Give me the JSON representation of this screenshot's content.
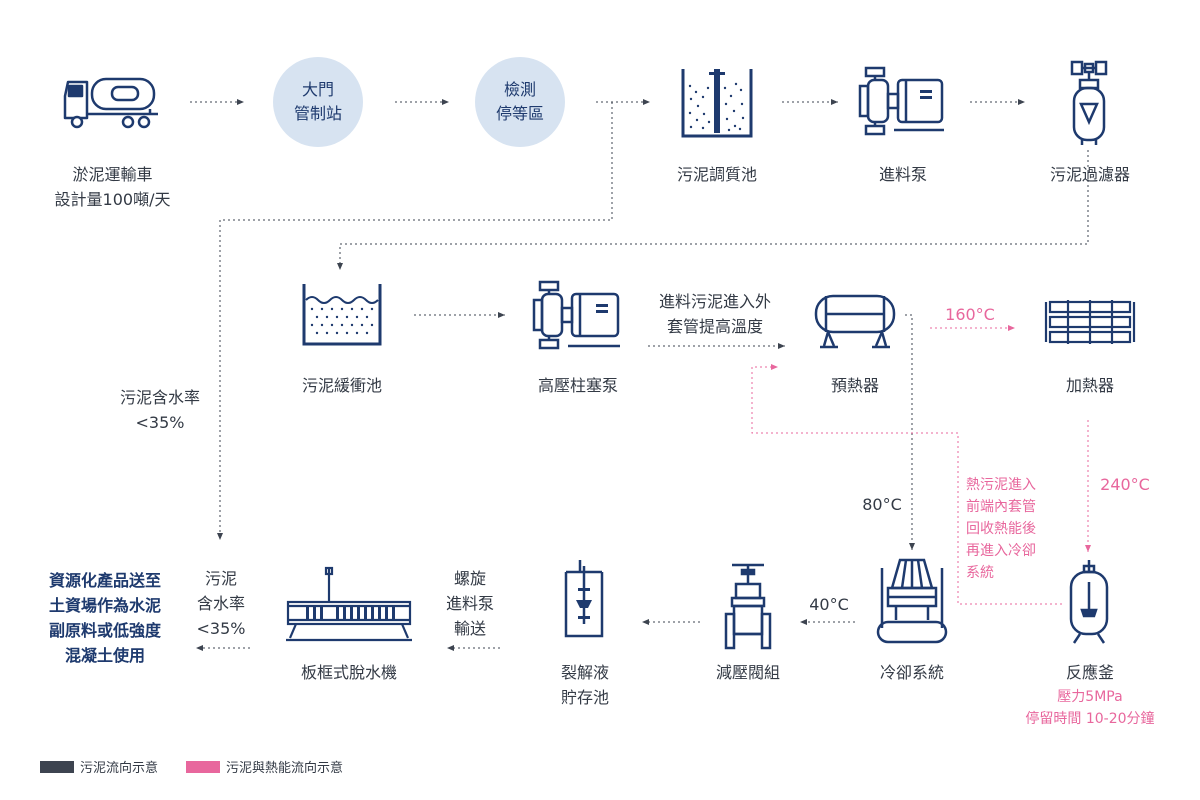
{
  "colors": {
    "navy": "#1e3a6e",
    "light_blue": "#d7e3f1",
    "sludge_flow": "#3d4450",
    "heat_flow": "#e8679d"
  },
  "nodes": {
    "truck": "淤泥運輸車\n設計量100噸/天",
    "gate": "大門\n管制站",
    "inspect": "檢測\n停等區",
    "conditioning": "污泥調質池",
    "feed_pump": "進料泵",
    "filter": "污泥過濾器",
    "buffer": "污泥緩衝池",
    "piston_pump": "高壓柱塞泵",
    "preheater": "預熱器",
    "heater": "加熱器",
    "reactor": "反應釜",
    "cooling": "冷卻系統",
    "valve": "減壓閥組",
    "lysate": "裂解液\n貯存池",
    "press": "板框式脫水機",
    "final": "資源化產品送至\n土資場作為水泥\n副原料或低強度\n混凝土使用"
  },
  "annotations": {
    "moisture_left": "污泥含水率\n<35%",
    "moisture_bottom": "污泥\n含水率\n<35%",
    "screw_pump": "螺旋\n進料泵\n輸送",
    "feed_outer": "進料污泥進入外\n套管提高溫度",
    "temp_160": "160°C",
    "temp_240": "240°C",
    "temp_80": "80°C",
    "temp_40": "40°C",
    "heat_recovery": "熱污泥進入\n前端內套管\n回收熱能後\n再進入冷卻\n系統",
    "reactor_spec": "壓力5MPa\n停留時間 10-20分鐘"
  },
  "legend": {
    "sludge": "污泥流向示意",
    "heat": "污泥與熱能流向示意"
  }
}
